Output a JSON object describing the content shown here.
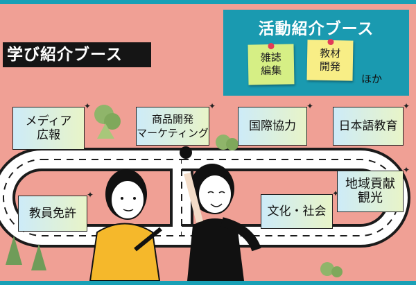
{
  "title": "学び紹介ブース",
  "activity_panel": {
    "title": "活動紹介ブース",
    "notes": [
      {
        "lines": [
          "雑誌",
          "編集"
        ]
      },
      {
        "lines": [
          "教材",
          "開発"
        ]
      }
    ],
    "etc": "ほか"
  },
  "booths": [
    {
      "lines": [
        "メディア",
        "広報"
      ]
    },
    {
      "lines": [
        "商品開発",
        "マーケティング"
      ]
    },
    {
      "lines": [
        "国際協力"
      ]
    },
    {
      "lines": [
        "日本語教育"
      ]
    },
    {
      "lines": [
        "教員免許"
      ]
    },
    {
      "lines": [
        "文化・社会"
      ]
    },
    {
      "lines": [
        "地域貢献",
        "観光"
      ]
    }
  ],
  "colors": {
    "background": "#f0a095",
    "accent": "#1a9ab0",
    "note_green": "#d6ef85",
    "note_yellow": "#f8ee86",
    "shirt_yellow": "#f5b82b"
  }
}
